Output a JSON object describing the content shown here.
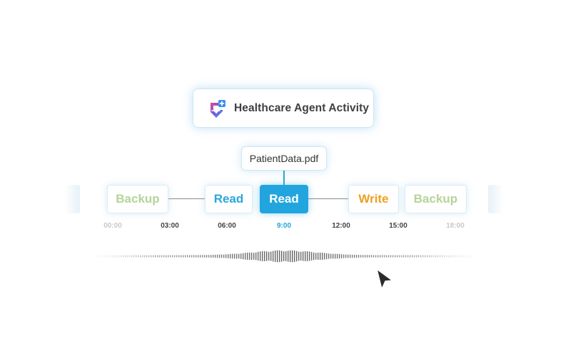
{
  "header": {
    "title": "Healthcare Agent Activity",
    "logo_icon": "healthcare-agent-logo-icon"
  },
  "file_chip": {
    "label": "PatientData.pdf"
  },
  "events": [
    {
      "label": "Backup",
      "kind": "backup"
    },
    {
      "label": "Read",
      "kind": "read"
    },
    {
      "label": "Read",
      "kind": "read",
      "active": true
    },
    {
      "label": "Write",
      "kind": "write"
    },
    {
      "label": "Backup",
      "kind": "backup"
    }
  ],
  "ticks": [
    "00:00",
    "03:00",
    "06:00",
    "9:00",
    "12:00",
    "15:00",
    "18:00"
  ],
  "active_tick": "9:00",
  "colors": {
    "accent": "#22a5de",
    "read": "#2aa6da",
    "backup": "#b5d39a",
    "write": "#f0a020",
    "logo_pink": "#e2488a",
    "logo_purple": "#7b5cd6",
    "logo_blue": "#3b8ff0"
  },
  "icons": {
    "cursor": "mouse-pointer-icon"
  }
}
